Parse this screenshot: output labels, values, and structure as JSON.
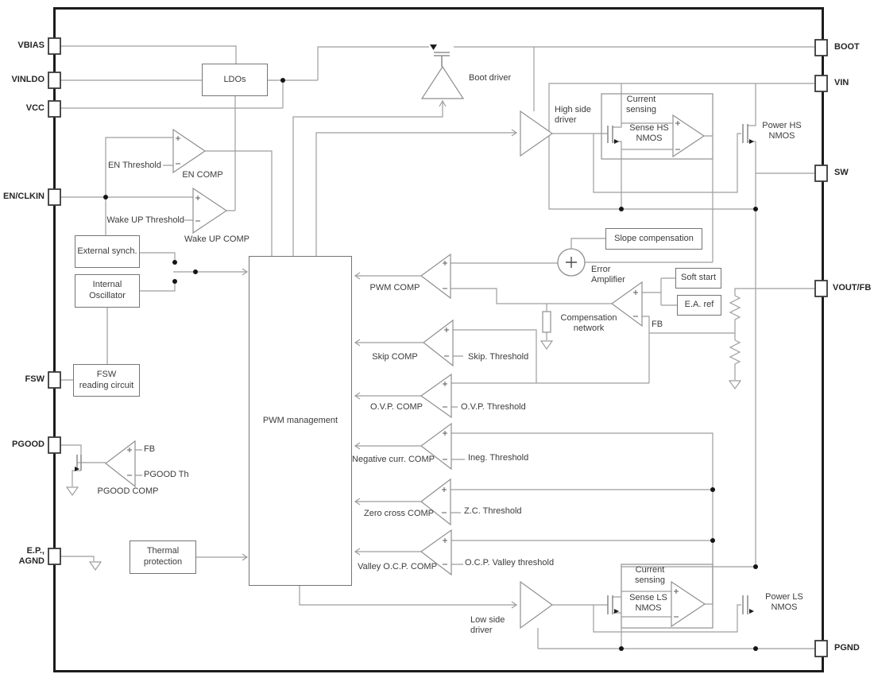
{
  "pins": {
    "vbias": "VBIAS",
    "vinldo": "VINLDO",
    "vcc": "VCC",
    "en_clkin": "EN/CLKIN",
    "fsw": "FSW",
    "pgood": "PGOOD",
    "ep_agnd": "E.P.,\nAGND",
    "boot": "BOOT",
    "vin": "VIN",
    "sw": "SW",
    "vout_fb": "VOUT/FB",
    "pgnd": "PGND"
  },
  "blocks": {
    "ldos": "LDOs",
    "external_synch": "External synch.",
    "internal_oscillator": "Internal\nOscillator",
    "fsw_reading": "FSW\nreading circuit",
    "thermal": "Thermal\nprotection",
    "pwm_management": "PWM management",
    "slope_compensation": "Slope compensation",
    "soft_start": "Soft start",
    "ea_ref": "E.A. ref"
  },
  "comparators": {
    "en_comp": "EN COMP",
    "wake_up_comp": "Wake UP COMP",
    "pwm_comp": "PWM COMP",
    "skip_comp": "Skip COMP",
    "ovp_comp": "O.V.P. COMP",
    "neg_curr_comp": "Negative curr. COMP",
    "zero_cross_comp": "Zero cross COMP",
    "valley_ocp_comp": "Valley O.C.P. COMP",
    "pgood_comp": "PGOOD COMP",
    "error_amplifier": "Error\nAmplifier"
  },
  "thresholds": {
    "en": "EN Threshold",
    "wake_up": "Wake UP Threshold",
    "skip": "Skip. Threshold",
    "ovp": "O.V.P. Threshold",
    "ineg": "Ineg. Threshold",
    "zc": "Z.C. Threshold",
    "ocp_valley": "O.C.P. Valley threshold",
    "pgood_th": "PGOOD Th"
  },
  "drivers": {
    "boot_driver": "Boot driver",
    "high_side": "High side\ndriver",
    "low_side": "Low side\ndriver"
  },
  "power_stage": {
    "current_sensing_hs": "Current\nsensing",
    "sense_hs": "Sense HS\nNMOS",
    "power_hs": "Power HS\nNMOS",
    "current_sensing_ls": "Current\nsensing",
    "sense_ls": "Sense LS\nNMOS",
    "power_ls": "Power LS\nNMOS"
  },
  "misc": {
    "comp_network": "Compensation\nnetwork",
    "fb": "FB",
    "fb_pgood": "FB"
  },
  "colors": {
    "wire": "#9e9e9e",
    "outline": "#8f8f8f",
    "frame": "#1c1c1c",
    "text": "#3b3b3b",
    "dot": "#151515"
  }
}
